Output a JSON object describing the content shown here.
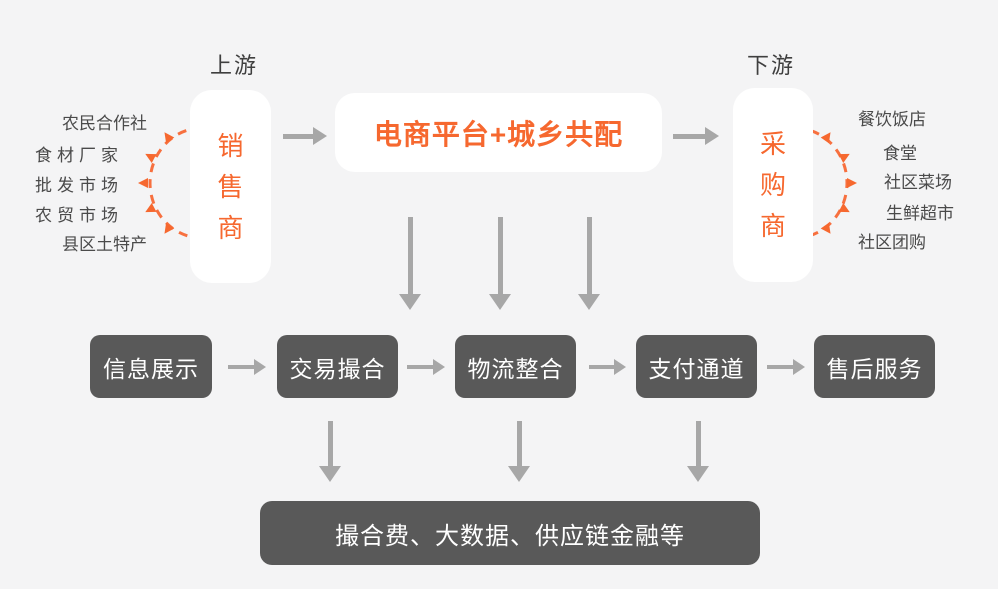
{
  "zones": {
    "upstream": "上游",
    "downstream": "下游"
  },
  "nodes": {
    "seller": {
      "label": "销售商",
      "chars": [
        "销",
        "售",
        "商"
      ]
    },
    "platform": {
      "label": "电商平台+城乡共配"
    },
    "buyer": {
      "label": "采购商",
      "chars": [
        "采",
        "购",
        "商"
      ]
    }
  },
  "upstream_sources": [
    "农民合作社",
    "食材厂家",
    "批发市场",
    "农贸市场",
    "县区土特产"
  ],
  "downstream_customers": [
    "餐饮饭店",
    "食堂",
    "社区菜场",
    "生鲜超市",
    "社区团购"
  ],
  "process_steps": [
    "信息展示",
    "交易撮合",
    "物流整合",
    "支付通道",
    "售后服务"
  ],
  "revenue_box": {
    "label": "撮合费、大数据、供应链金融等"
  },
  "colors": {
    "accent_orange": "#F6682F",
    "dark_box": "#595959",
    "arrow_gray": "#A7A7A7",
    "background": "#F4F4F5",
    "text_dark": "#4A4A4A"
  }
}
